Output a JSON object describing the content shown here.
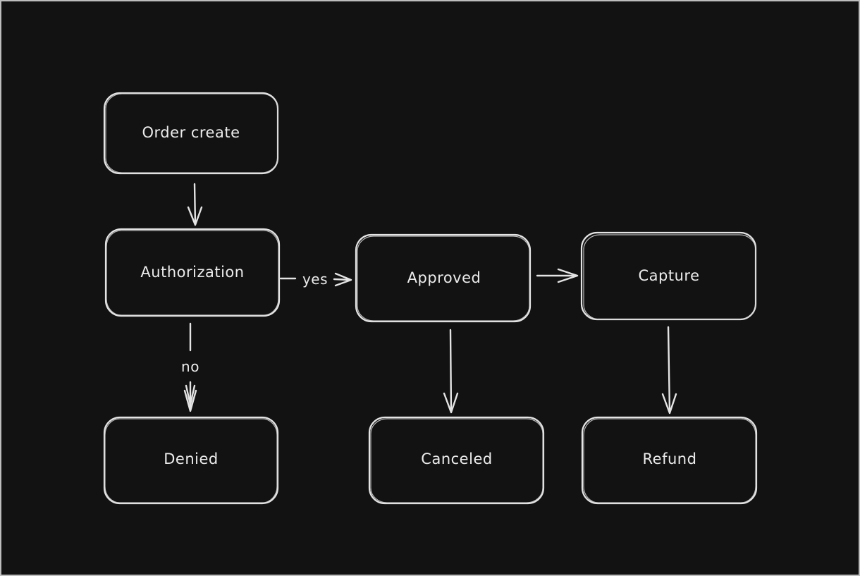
{
  "nodes": {
    "order_create": "Order create",
    "authorization": "Authorization",
    "approved": "Approved",
    "capture": "Capture",
    "denied": "Denied",
    "canceled": "Canceled",
    "refund": "Refund"
  },
  "edges": {
    "yes": "yes",
    "no": "no"
  },
  "colors": {
    "background": "#121212",
    "stroke": "#e4e4e4",
    "text": "#ececec",
    "frame": "#bdbdbd"
  }
}
